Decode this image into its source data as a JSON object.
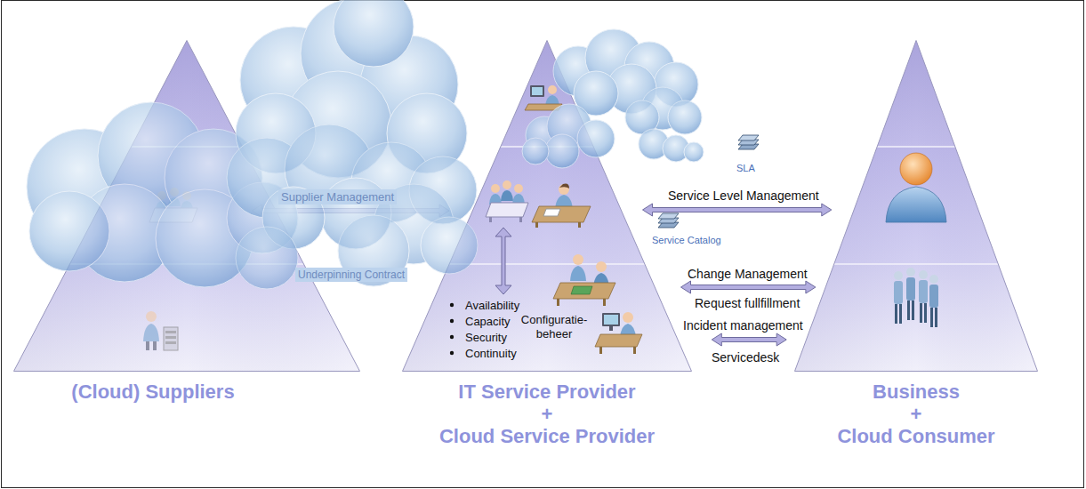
{
  "diagram": {
    "nodes": [
      {
        "text": [
          "(Cloud) Suppliers"
        ]
      },
      {
        "text": [
          "IT Service Provider",
          "+",
          "Cloud Service Provider"
        ]
      },
      {
        "text": [
          "Business",
          "+",
          "Cloud Consumer"
        ]
      }
    ],
    "edges": [
      {
        "from": 0,
        "to": 1,
        "arrow": "both",
        "label": "Supplier Management"
      },
      {
        "from": 1,
        "to": 2,
        "arrow": "both",
        "label": "Service Level Management"
      },
      {
        "from": 1,
        "to": 2,
        "arrow": "both",
        "label": "Change Management"
      },
      {
        "from": 1,
        "to": 2,
        "arrow": "both",
        "label": "Incident management"
      }
    ],
    "labels": [
      "Underpinning Contract",
      "SLA",
      "Service Catalog",
      "Request fullfillment",
      "Servicedesk",
      "Availability",
      "Capacity",
      "Security",
      "Continuity",
      "Configuratie- beheer"
    ]
  }
}
